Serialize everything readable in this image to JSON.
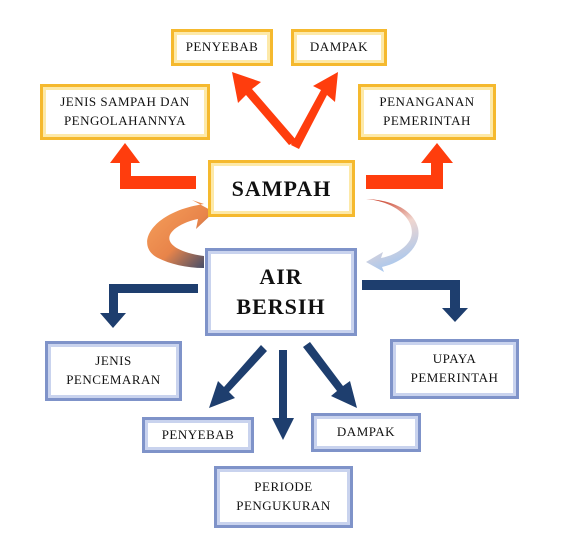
{
  "sampah": {
    "title": "SAMPAH",
    "nodes": {
      "penyebab": "PENYEBAB",
      "dampak": "DAMPAK",
      "jenis_line1": "JENIS SAMPAH DAN",
      "jenis_line2": "PENGOLAHANNYA",
      "penanganan_line1": "PENANGANAN",
      "penanganan_line2": "PEMERINTAH"
    }
  },
  "air_bersih": {
    "title_line1": "AIR",
    "title_line2": "BERSIH",
    "nodes": {
      "jenis_line1": "JENIS",
      "jenis_line2": "PENCEMARAN",
      "upaya_line1": "UPAYA",
      "upaya_line2": "PEMERINTAH",
      "penyebab": "PENYEBAB",
      "dampak": "DAMPAK",
      "periode_line1": "PERIODE",
      "periode_line2": "PENGUKURAN"
    }
  },
  "colors": {
    "sampah_arrow": "#ff3d0d",
    "air_arrow": "#1e3e6e",
    "yellow_border": "#f5b92e",
    "blue_border": "#7f93c9"
  }
}
